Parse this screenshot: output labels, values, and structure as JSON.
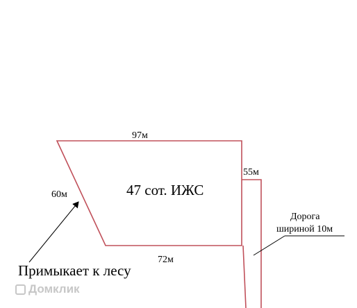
{
  "plot": {
    "area_label": "47 сот. ИЖС",
    "top_side": "97м",
    "left_side": "60м",
    "bottom_side": "72м",
    "connector_side": "55м",
    "boundary_color": "#c0505a"
  },
  "annotations": {
    "forest_note": "Примыкает к лесу",
    "road_line1": "Дорога",
    "road_line2": "шириной 10м"
  },
  "watermark": {
    "text": "Домклик",
    "icon": "domklik-logo-icon"
  }
}
